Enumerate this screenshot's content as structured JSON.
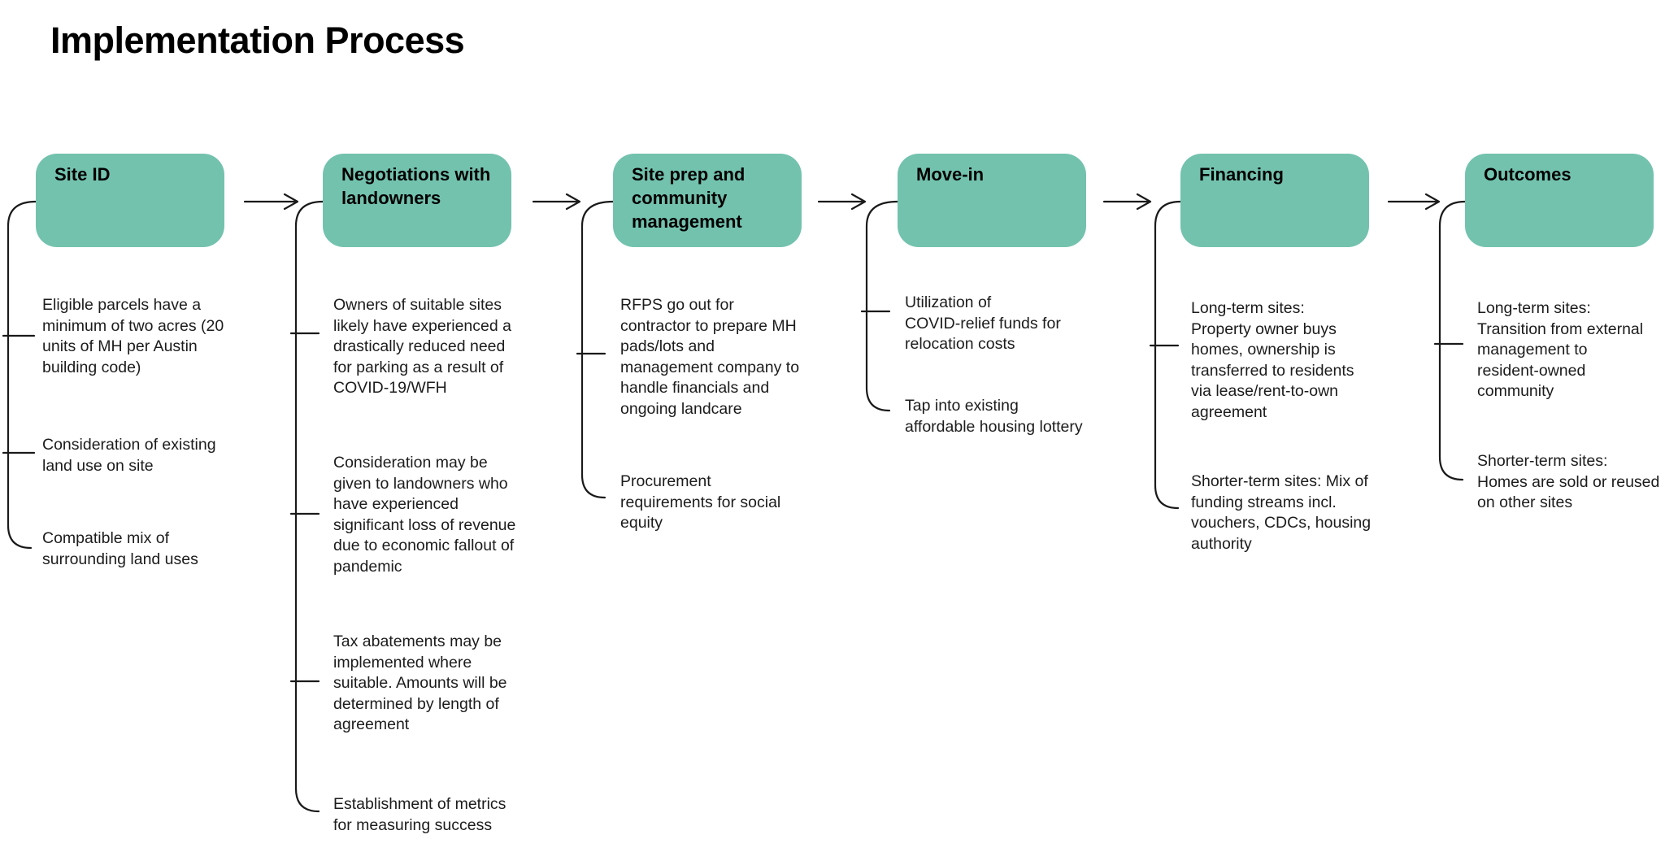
{
  "title": "Implementation Process",
  "colors": {
    "background": "#ffffff",
    "box_fill": "#73c2ae",
    "line": "#1a1a1a",
    "text": "#1c1c1c",
    "title": "#000000"
  },
  "stages": [
    {
      "label": "Site ID",
      "items": [
        "Eligible parcels have a\nminimum of two acres (20\nunits of MH per Austin\nbuilding code)",
        "Consideration of existing\nland use on site",
        "Compatible mix of\nsurrounding land uses"
      ]
    },
    {
      "label": "Negotiations with\nlandowners",
      "items": [
        "Owners of suitable sites\nlikely have experienced a\ndrastically reduced need\nfor parking as a result of\nCOVID-19/WFH",
        "Consideration may be\ngiven to landowners who\nhave experienced\nsignificant loss of revenue\ndue to economic fallout of\npandemic",
        "Tax abatements may be\nimplemented where\nsuitable. Amounts will be\ndetermined by length of\nagreement",
        "Establishment of metrics\nfor measuring success"
      ]
    },
    {
      "label": "Site prep and\ncommunity\nmanagement",
      "items": [
        "RFPS go out for\ncontractor to prepare MH\npads/lots and\nmanagement company to\nhandle financials and\nongoing landcare",
        "Procurement\nrequirements for social\nequity"
      ]
    },
    {
      "label": "Move-in",
      "items": [
        "Utilization of\nCOVID-relief funds for\nrelocation costs",
        "Tap into existing\naffordable housing lottery"
      ]
    },
    {
      "label": "Financing",
      "items": [
        "Long-term sites:\nProperty owner buys\nhomes, ownership is\ntransferred to residents\nvia lease/rent-to-own\nagreement",
        "Shorter-term sites: Mix of\nfunding streams incl.\nvouchers, CDCs, housing\nauthority"
      ]
    },
    {
      "label": "Outcomes",
      "items": [
        "Long-term sites:\nTransition from external\nmanagement to\nresident-owned\ncommunity",
        "Shorter-term sites:\nHomes are sold or reused\non other sites"
      ]
    }
  ]
}
